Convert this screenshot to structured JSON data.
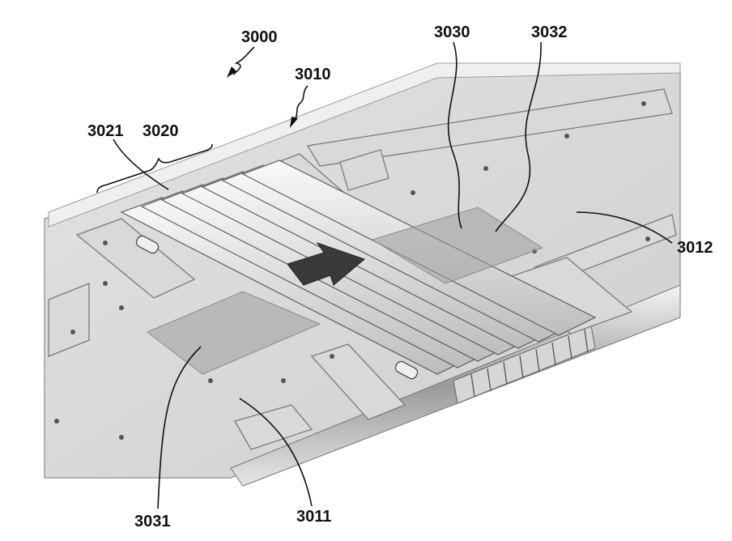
{
  "figure": {
    "labels": {
      "assembly": "3000",
      "tray": "3010",
      "tray_first_region": "3011",
      "tray_second_region": "3012",
      "bar_group": "3020",
      "bar": "3021",
      "pad": "3030",
      "pad_first": "3031",
      "pad_second": "3032"
    }
  }
}
